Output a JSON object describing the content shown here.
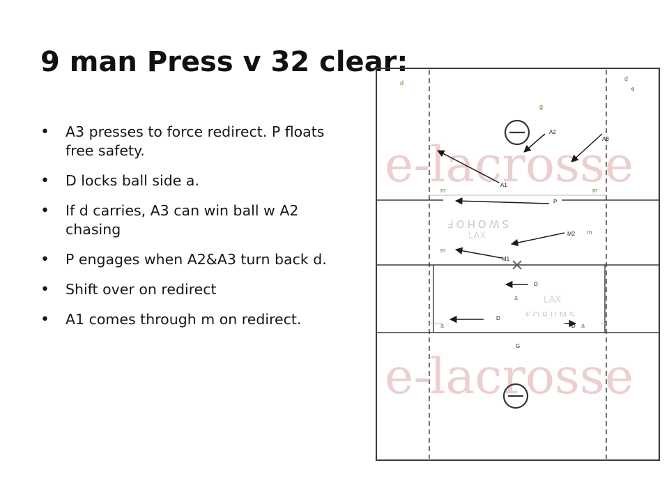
{
  "slide": {
    "title": "9 man Press v 32 clear:",
    "bullets": [
      "A3 presses to force redirect. P floats free safety.",
      " D locks ball side a.",
      "If d carries, A3 can win ball w A2 chasing",
      "P engages when A2&A3 turn back d.",
      "Shift over on redirect",
      "A1 comes through m on redirect."
    ]
  },
  "diagram": {
    "watermark_top": "e-lacrosse",
    "watermark_bottom": "e-lacrosse",
    "watermark_forums_mirror": "SWOHOF",
    "watermark_lax": "LAX",
    "watermark_forums": "FORUMS",
    "players": {
      "A1": "A1",
      "A2": "A2",
      "A3": "A3",
      "P": "P",
      "M1": "M1",
      "M2": "M2",
      "D_mid": "D",
      "D_left": "D",
      "D_right": "D",
      "G": "G",
      "d_tl": "d",
      "d_tr": "d",
      "g_top": "g",
      "o_tr": "o",
      "m_l1": "m",
      "m_r1": "m",
      "m_r2": "m",
      "m_l2": "m",
      "a_mid": "a",
      "a_left": "a",
      "a_right": "a"
    },
    "colors": {
      "field_line": "#3a3a3a",
      "arrow": "#1a1a1a",
      "offense_green": "#5c8a2c",
      "watermark": "#e8c8c8"
    }
  }
}
